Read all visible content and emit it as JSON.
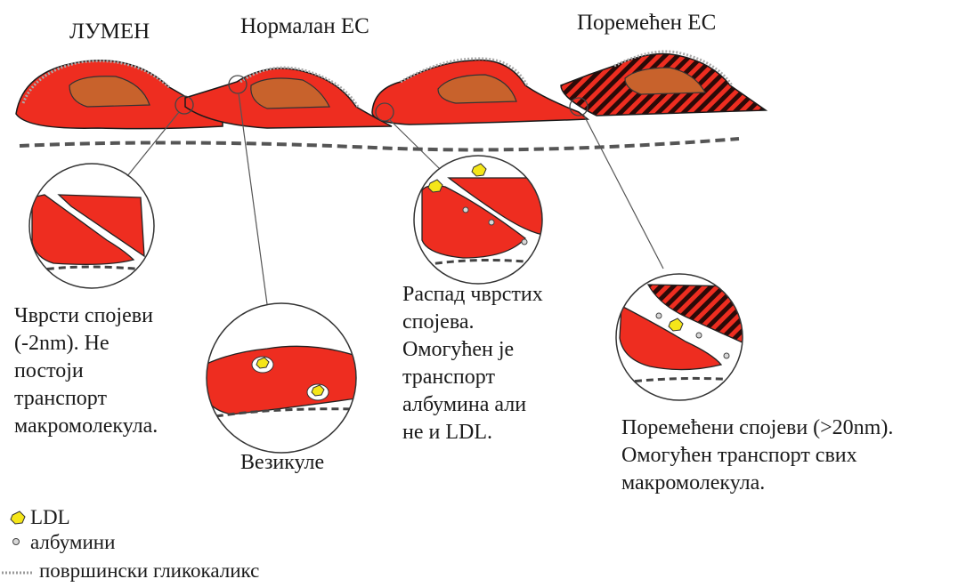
{
  "colors": {
    "cell": "#ee2d20",
    "cell_outline": "#1a1a1a",
    "nucleus": "#c8622c",
    "ldl": "#f5e619",
    "albumin": "#d8d8d8",
    "background": "#ffffff"
  },
  "headers": {
    "lumen": "ЛУМЕН",
    "normal": "Нормалан ЕС",
    "disturbed": "Поремећен ЕС"
  },
  "captions": {
    "tight": [
      "Чврсти спојеви",
      "(-2nm). Не",
      "постоји",
      "транспорт",
      "макромолекула."
    ],
    "vesicles": "Везикуле",
    "breakdown": [
      "Распад чврстих",
      "спојева.",
      "Омогућен је",
      "транспорт",
      "албумина али",
      "не и LDL."
    ],
    "disturbed": [
      "Поремећени спојеви (>20nm).",
      "Омогућен транспорт свих",
      "макромолекула."
    ]
  },
  "legend": [
    {
      "icon": "ldl-particle-icon",
      "label": "LDL"
    },
    {
      "icon": "albumin-particle-icon",
      "label": "албумини"
    },
    {
      "icon": "glycocalyx-line-icon",
      "label": "површински гликокаликс"
    }
  ]
}
